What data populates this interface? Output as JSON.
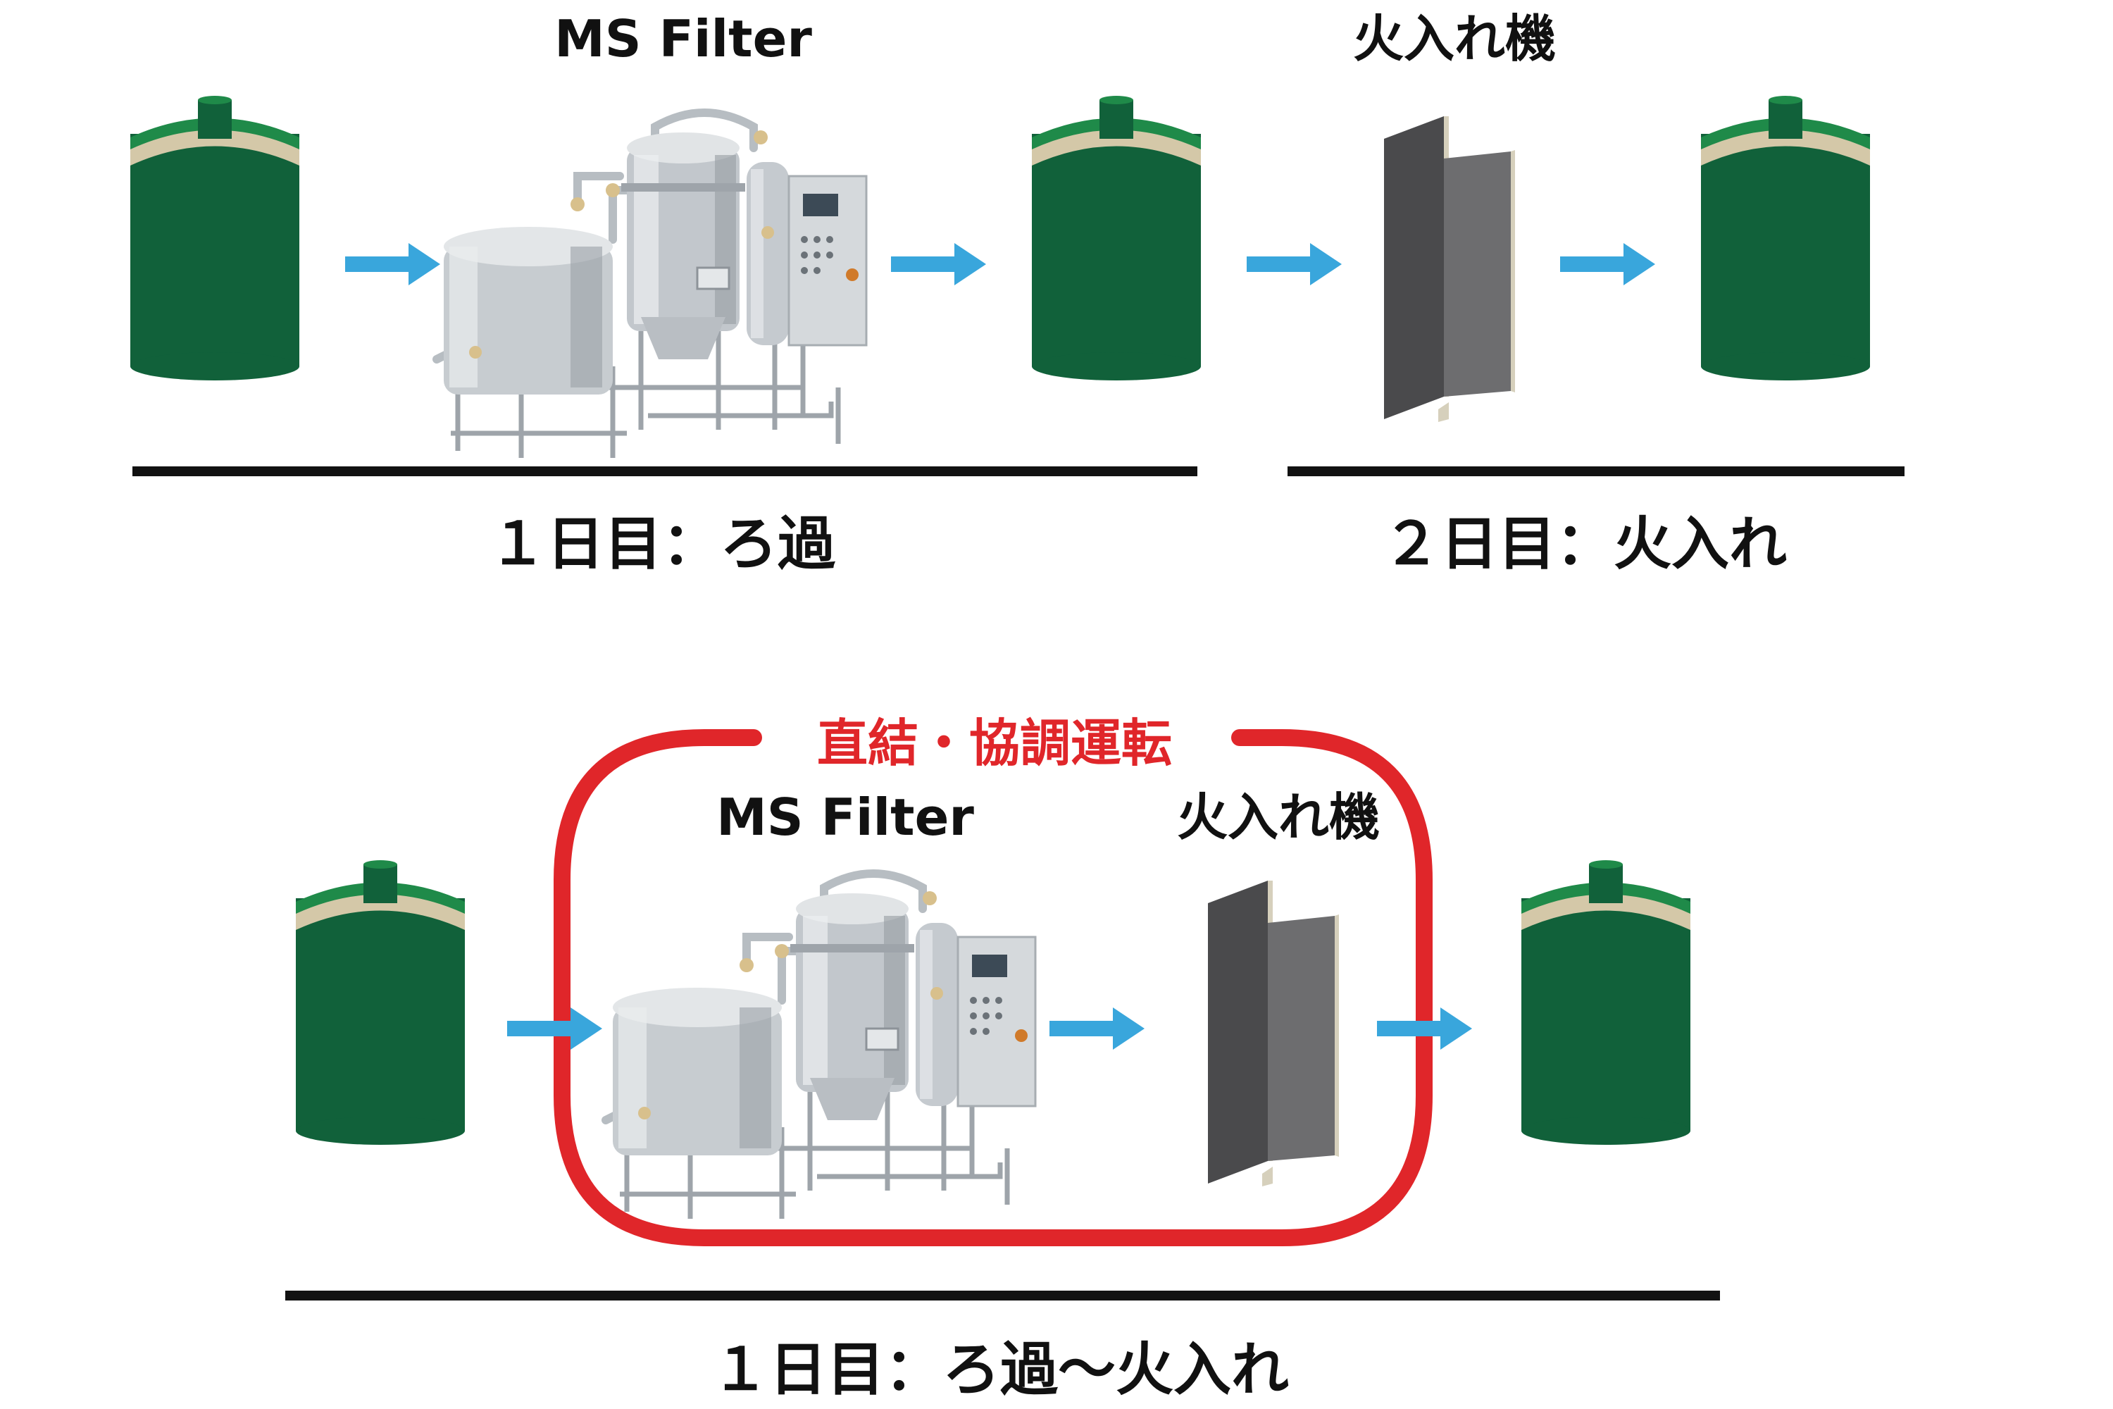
{
  "colors": {
    "tank_dark": "#11613a",
    "tank_light": "#1f8a49",
    "tank_band": "#d4c8a8",
    "arrow": "#39a6dc",
    "loop": "#e0262a",
    "panel_dark": "#4a4a4c",
    "panel_light": "#6d6d6f",
    "line": "#111111"
  },
  "top_row": {
    "filter_title": "MS Filter",
    "heater_title": "火入れ機",
    "day1_label": "１日目：ろ過",
    "day2_label": "２日目：火入れ"
  },
  "bottom_row": {
    "loop_title": "直結・協調運転",
    "filter_title": "MS Filter",
    "heater_title": "火入れ機",
    "day_label": "１日目：ろ過〜火入れ"
  },
  "icons": {
    "tank": "storage-tank-icon",
    "filter": "ms-filter-machine-icon",
    "heater": "pasteurizer-panel-icon",
    "arrow": "flow-arrow-icon"
  }
}
